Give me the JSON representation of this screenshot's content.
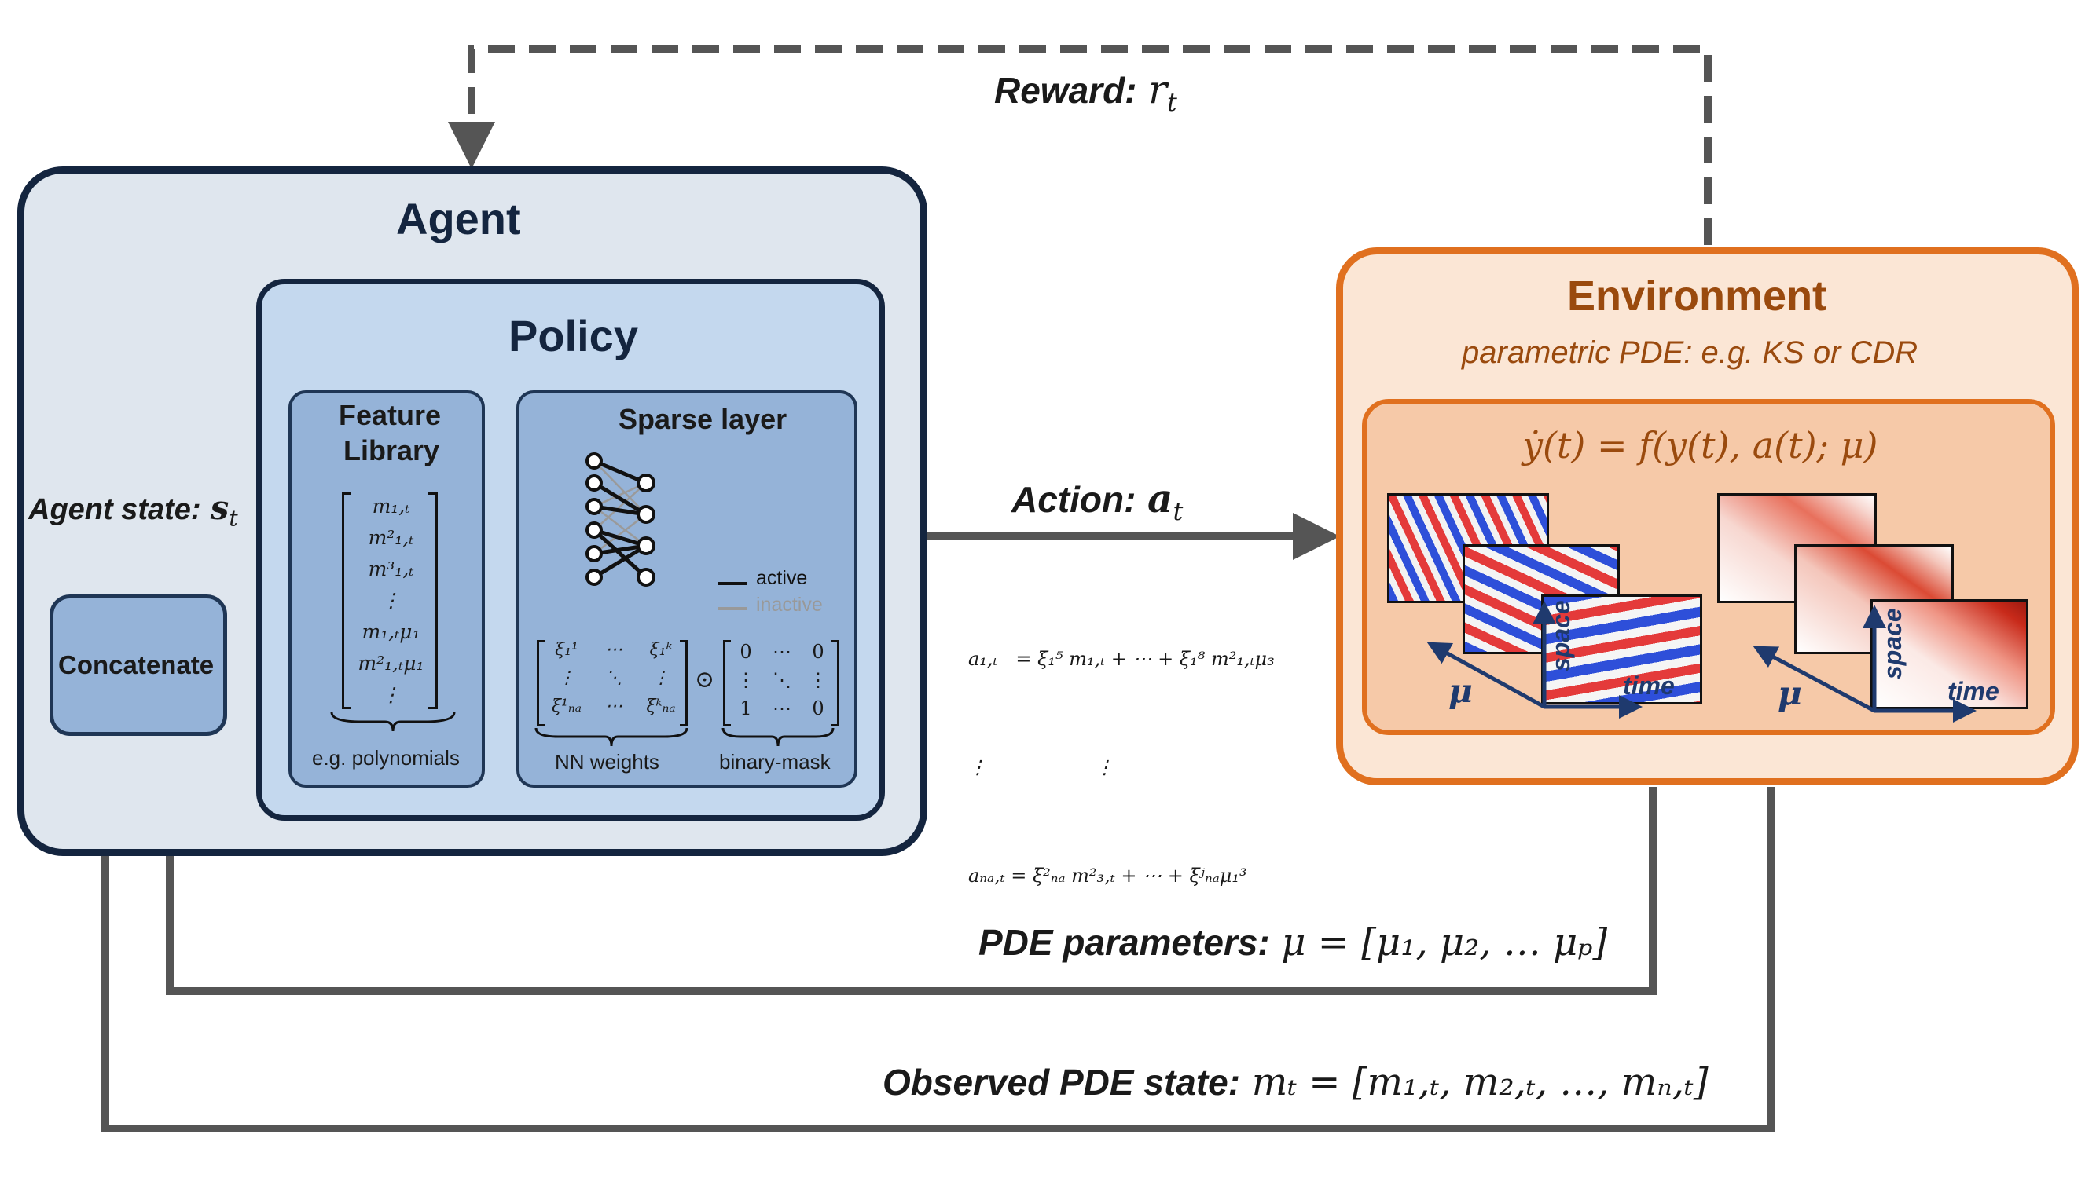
{
  "reward": {
    "label": "Reward",
    "symbol": "r",
    "subscript": "t"
  },
  "agent": {
    "title": "Agent"
  },
  "policy": {
    "title": "Policy"
  },
  "feature_library": {
    "title_line1": "Feature",
    "title_line2": "Library",
    "entries": [
      "m₁,ₜ",
      "m²₁,ₜ",
      "m³₁,ₜ",
      "⋮",
      "m₁,ₜμ₁",
      "m²₁,ₜμ₁",
      "⋮"
    ],
    "caption": "e.g. polynomials"
  },
  "sparse_layer": {
    "title": "Sparse layer",
    "legend": {
      "active": "active",
      "inactive": "inactive",
      "active_color": "#111111",
      "inactive_color": "#999999"
    },
    "weights_matrix": {
      "rows": [
        [
          "ξ₁¹",
          "⋯",
          "ξ₁ᵏ"
        ],
        [
          "⋮",
          "⋱",
          "⋮"
        ],
        [
          "ξ¹ₙₐ",
          "⋯",
          "ξᵏₙₐ"
        ]
      ],
      "caption": "NN weights"
    },
    "operator": "⊙",
    "mask_matrix": {
      "rows": [
        [
          "0",
          "⋯",
          "0"
        ],
        [
          "⋮",
          "⋱",
          "⋮"
        ],
        [
          "1",
          "⋯",
          "0"
        ]
      ],
      "caption": "binary-mask"
    }
  },
  "concatenate": {
    "label": "Concatenate"
  },
  "agent_state": {
    "label": "Agent state:",
    "symbol": "s",
    "subscript": "t"
  },
  "action": {
    "label": "Action:",
    "symbol": "a",
    "subscript": "t",
    "equations": [
      "a₁,ₜ   = ξ₁⁵ m₁,ₜ + ⋯ + ξ₁⁸ m²₁,ₜμ₃",
      "⋮                  ⋮",
      "aₙₐ,ₜ = ξ²ₙₐ m²₃,ₜ + ⋯ + ξʲₙₐμ₁³"
    ]
  },
  "environment": {
    "title": "Environment",
    "subtitle": "parametric PDE: e.g. KS or CDR",
    "equation": "ẏ(t) = f(y(t), a(t); μ)",
    "axes": {
      "mu": "μ",
      "space": "space",
      "time": "time"
    }
  },
  "pde_parameters": {
    "label": "PDE parameters:",
    "equation": "μ = [μ₁, μ₂, … μₚ]"
  },
  "observed_state": {
    "label": "Observed PDE state:",
    "equation": "mₜ = [m₁,ₜ, m₂,ₜ, …, mₙ,ₜ]"
  },
  "colors": {
    "agent_border": "#14253f",
    "agent_fill": "#dfe6ee",
    "policy_fill": "#c4d8ee",
    "module_fill": "#95b3d8",
    "env_border": "#e0701f",
    "env_fill": "#fbe6d5",
    "env_inner_fill": "#f6c9a8",
    "env_text": "#9a4a0e",
    "arrow": "#555555"
  }
}
